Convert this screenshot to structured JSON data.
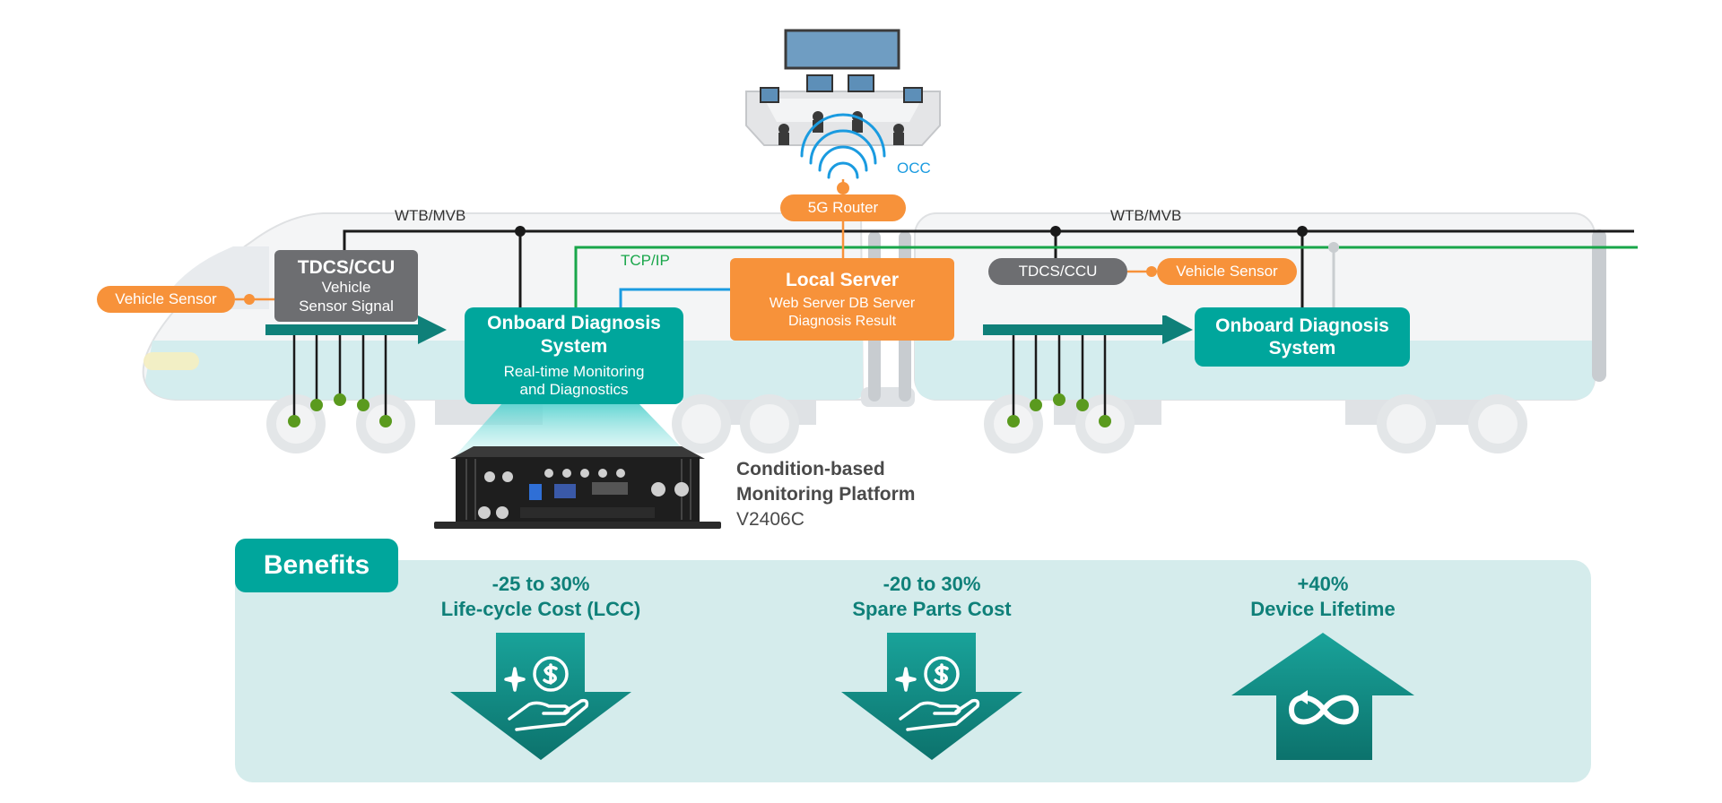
{
  "occ": {
    "label": "OCC"
  },
  "router": {
    "label": "5G Router"
  },
  "buses": {
    "left_label": "WTB/MVB",
    "right_label": "WTB/MVB",
    "tcpip_label": "TCP/IP"
  },
  "tdcs_left": {
    "title": "TDCS/CCU",
    "line1": "Vehicle",
    "line2": "Sensor Signal"
  },
  "tdcs_right": {
    "title": "TDCS/CCU"
  },
  "vehicle_sensor_left": {
    "label": "Vehicle Sensor"
  },
  "vehicle_sensor_right": {
    "label": "Vehicle Sensor"
  },
  "ods_left": {
    "title_line1": "Onboard Diagnosis",
    "title_line2": "System",
    "sub_line1": "Real-time Monitoring",
    "sub_line2": "and Diagnostics"
  },
  "local_server": {
    "title": "Local Server",
    "line1": "Web Server DB Server",
    "line2": "Diagnosis Result"
  },
  "ods_right": {
    "title_line1": "Onboard Diagnosis",
    "title_line2": "System"
  },
  "device": {
    "line1": "Condition-based",
    "line2": "Monitoring Platform",
    "model": "V2406C"
  },
  "benefits": {
    "tab_label": "Benefits",
    "items": [
      {
        "value": "-25 to 30%",
        "name": "Life-cycle Cost (LCC)",
        "direction": "down",
        "icon": "money-hand-icon"
      },
      {
        "value": "-20 to 30%",
        "name": "Spare Parts Cost",
        "direction": "down",
        "icon": "money-hand-icon"
      },
      {
        "value": "+40%",
        "name": "Device Lifetime",
        "direction": "up",
        "icon": "infinity-cycle-icon"
      }
    ]
  },
  "colors": {
    "teal": "#00a69c",
    "dark_teal": "#0f8079",
    "orange": "#f7923a",
    "gray_box": "#6d6e71",
    "wifi_blue": "#1a9be0",
    "tcp_green": "#19a64a",
    "train_light": "#d4edee",
    "benefit_bg": "#d5ecec",
    "sensor_dot": "#5a9a1e"
  }
}
